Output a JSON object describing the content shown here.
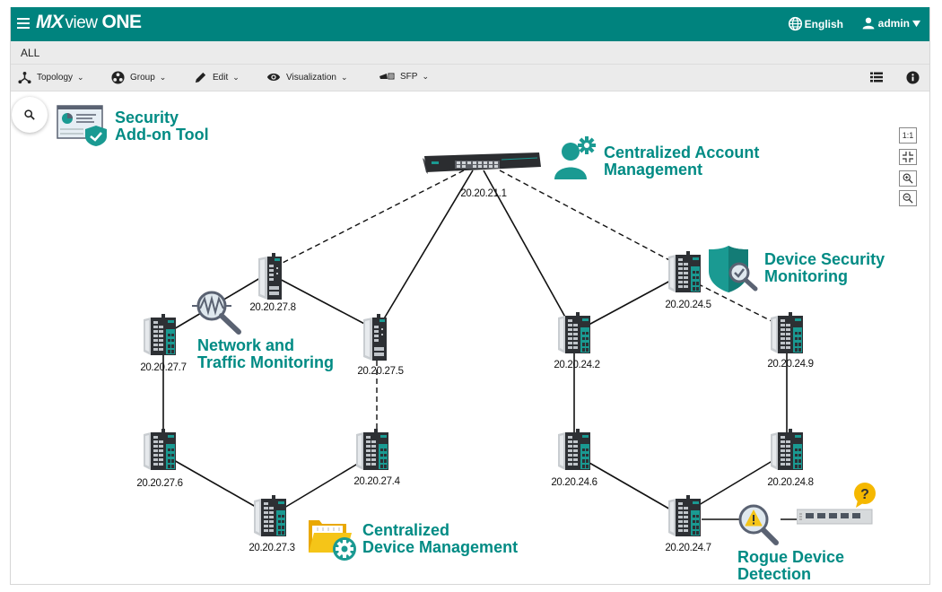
{
  "header": {
    "logo_mx": "MX",
    "logo_view": "view",
    "logo_one": "ONE",
    "language": "English",
    "user": "admin",
    "accent_color": "#00837e"
  },
  "breadcrumb": {
    "label": "ALL"
  },
  "toolbar": {
    "items": [
      {
        "label": "Topology",
        "icon": "topology-icon"
      },
      {
        "label": "Group",
        "icon": "group-icon"
      },
      {
        "label": "Edit",
        "icon": "pencil-icon"
      },
      {
        "label": "Visualization",
        "icon": "eye-icon"
      },
      {
        "label": "SFP",
        "icon": "sfp-icon"
      }
    ],
    "right": [
      {
        "icon": "list-icon"
      },
      {
        "icon": "info-icon"
      }
    ]
  },
  "zoom_controls": {
    "fit_label": "1:1"
  },
  "features": {
    "security_addon": [
      "Security",
      "Add-on Tool"
    ],
    "account_mgmt": [
      "Centralized Account",
      "Management"
    ],
    "traffic_monitoring": [
      "Network and",
      "Traffic Monitoring"
    ],
    "device_security": [
      "Device Security",
      "Monitoring"
    ],
    "device_mgmt": [
      "Centralized",
      "Device Management"
    ],
    "rogue_detection": [
      "Rogue Device",
      "Detection"
    ],
    "feature_color": "#008b84"
  },
  "devices": {
    "core": "20.20.21.1",
    "d278": "20.20.27.8",
    "d277": "20.20.27.7",
    "d275": "20.20.27.5",
    "d276": "20.20.27.6",
    "d274": "20.20.27.4",
    "d273": "20.20.27.3",
    "d245": "20.20.24.5",
    "d242": "20.20.24.2",
    "d249": "20.20.24.9",
    "d246": "20.20.24.6",
    "d248": "20.20.24.8",
    "d247": "20.20.24.7"
  }
}
